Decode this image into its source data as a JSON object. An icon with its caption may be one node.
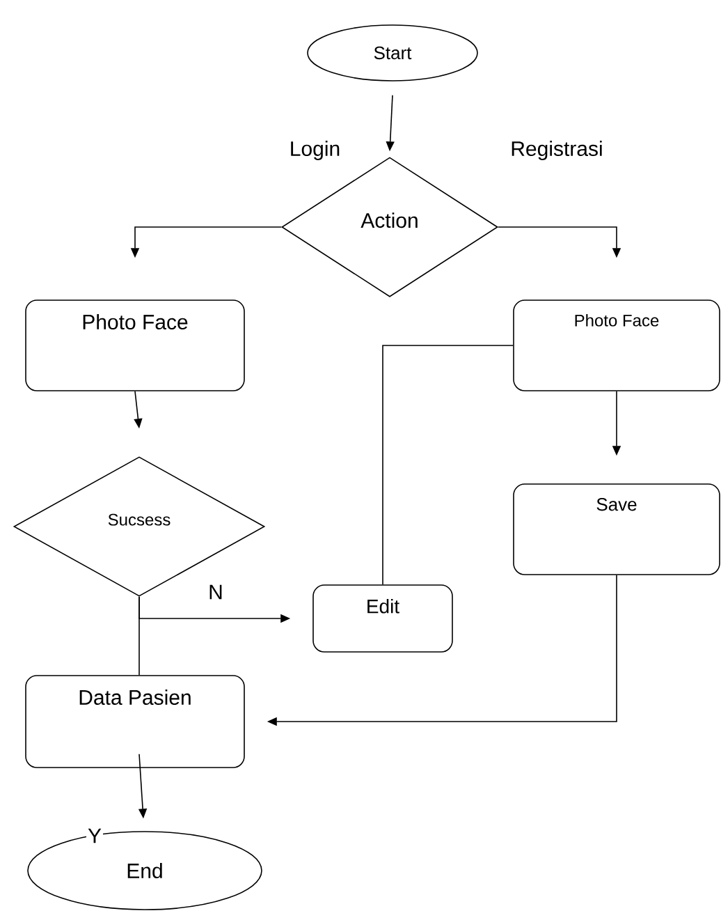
{
  "diagram": {
    "nodes": [
      {
        "text": [
          "Start"
        ]
      },
      {
        "text": [
          "Action"
        ]
      },
      {
        "text": [
          "Photo Face"
        ]
      },
      {
        "text": [
          "Photo Face"
        ]
      },
      {
        "text": [
          "Sucsess"
        ]
      },
      {
        "text": [
          "Save"
        ]
      },
      {
        "text": [
          "Edit"
        ]
      },
      {
        "text": [
          "Data Pasien"
        ]
      },
      {
        "text": [
          "End"
        ]
      }
    ],
    "edges": [
      {
        "from": 0,
        "to": 1,
        "arrow": "to"
      },
      {
        "from": 1,
        "to": 2,
        "arrow": "to",
        "label": "Login"
      },
      {
        "from": 1,
        "to": 3,
        "arrow": "to",
        "label": "Registrasi"
      },
      {
        "from": 2,
        "to": 4,
        "arrow": "to"
      },
      {
        "from": 4,
        "to": 6,
        "arrow": "to",
        "label": "N"
      },
      {
        "from": 4,
        "to": 7,
        "arrow": "none"
      },
      {
        "from": 3,
        "to": 6,
        "arrow": "none"
      },
      {
        "from": 3,
        "to": 5,
        "arrow": "to"
      },
      {
        "from": 5,
        "to": 7,
        "arrow": "to"
      },
      {
        "from": 7,
        "to": 8,
        "arrow": "to",
        "label": "Y"
      }
    ]
  }
}
